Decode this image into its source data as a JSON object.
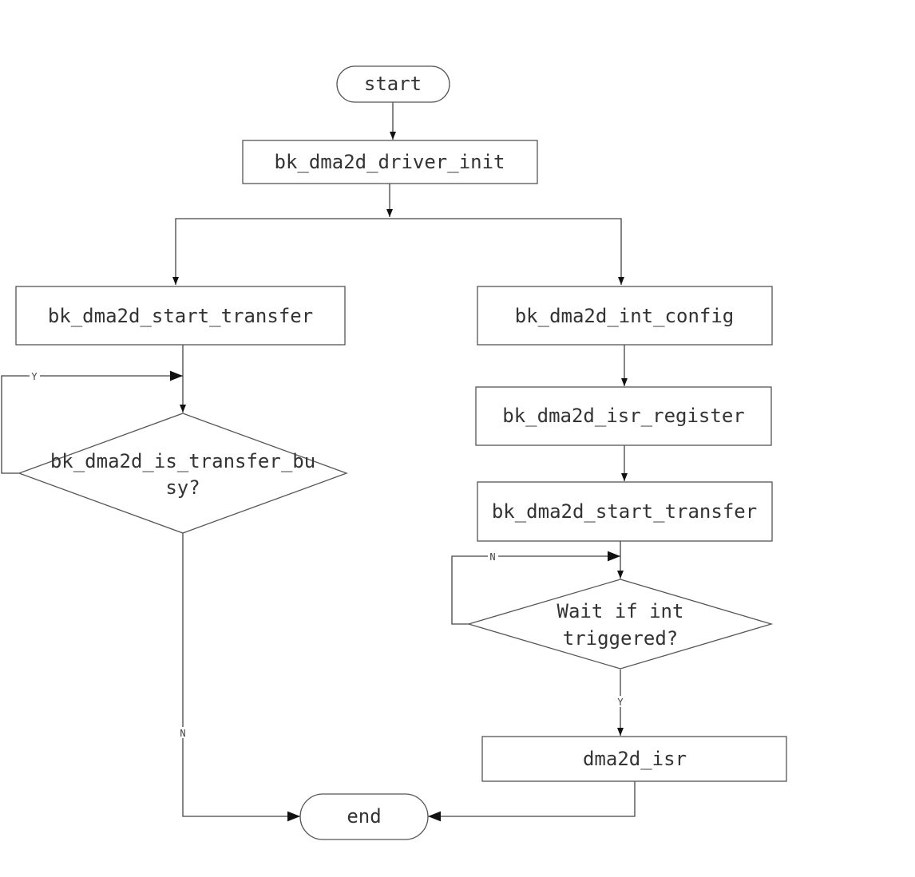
{
  "diagram": {
    "nodes": {
      "start": "start",
      "driver_init": "bk_dma2d_driver_init",
      "left_start_transfer": "bk_dma2d_start_transfer",
      "is_busy_line1": "bk_dma2d_is_transfer_bu",
      "is_busy_line2": "sy?",
      "int_config": "bk_dma2d_int_config",
      "isr_register": "bk_dma2d_isr_register",
      "right_start_transfer": "bk_dma2d_start_transfer",
      "wait_line1": "Wait if int",
      "wait_line2": "triggered?",
      "isr": "dma2d_isr",
      "end": "end"
    },
    "edge_labels": {
      "busy_yes": "Y",
      "busy_no": "N",
      "wait_no": "N",
      "wait_yes": "Y"
    }
  }
}
